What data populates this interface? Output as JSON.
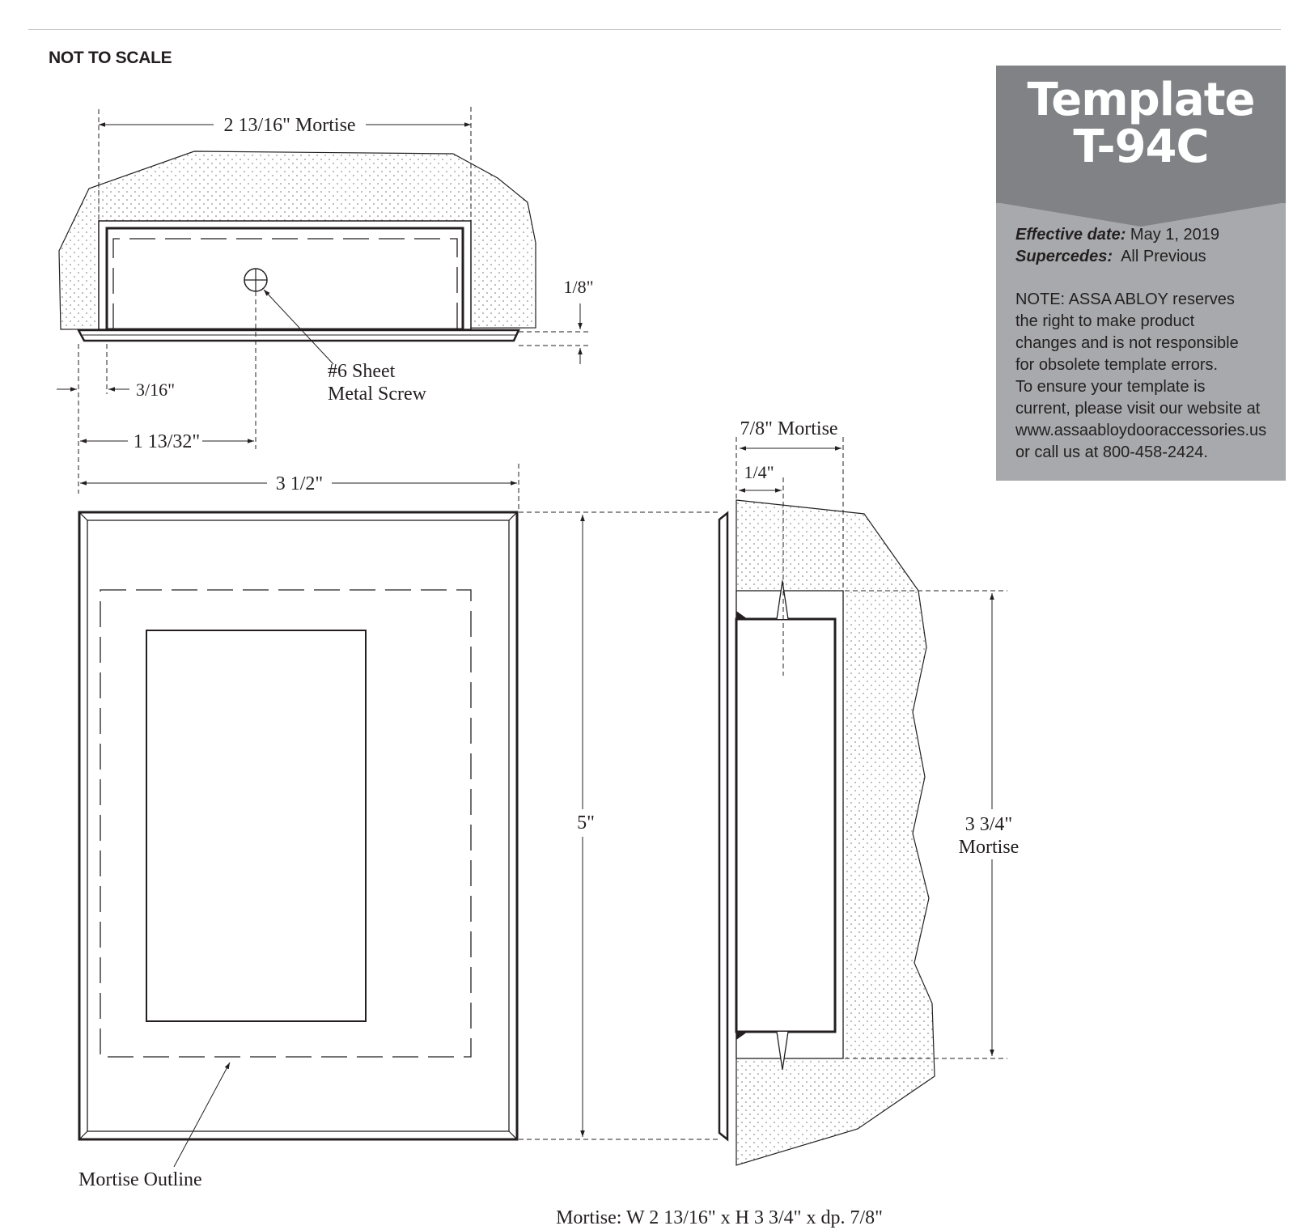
{
  "header": {
    "scale_note": "NOT TO SCALE"
  },
  "template_panel": {
    "title_line1": "Template",
    "title_line2": "T-94C",
    "effective_label": "Effective date:",
    "effective_value": "May 1, 2019",
    "supercedes_label": "Supercedes:",
    "supercedes_value": "All Previous",
    "note_lines": [
      "NOTE: ASSA ABLOY reserves",
      "the right to make product",
      "changes and is not responsible",
      "for obsolete template errors.",
      "To ensure your template is",
      "current, please visit our website at",
      "www.assaabloydooraccessories.us",
      "or call us at 800-458-2424."
    ],
    "colors": {
      "header": "#808285",
      "body": "#a7a9ac",
      "title_text": "#ffffff"
    }
  },
  "diagram": {
    "top_mortise_width": "2 13/16\" Mortise",
    "flange_thickness": "1/8\"",
    "screw_label_1": "#6 Sheet",
    "screw_label_2": "Metal Screw",
    "flange_offset": "3/16\"",
    "screw_offset": "1 13/32\"",
    "overall_width": "3 1/2\"",
    "overall_height": "5\"",
    "side_mortise_depth": "7/8\" Mortise",
    "side_inset": "1/4\"",
    "mortise_height_1": "3 3/4\"",
    "mortise_height_2": "Mortise",
    "mortise_outline_label": "Mortise Outline",
    "summary": "Mortise: W 2 13/16\" x H 3 3/4\" x dp. 7/8\""
  }
}
